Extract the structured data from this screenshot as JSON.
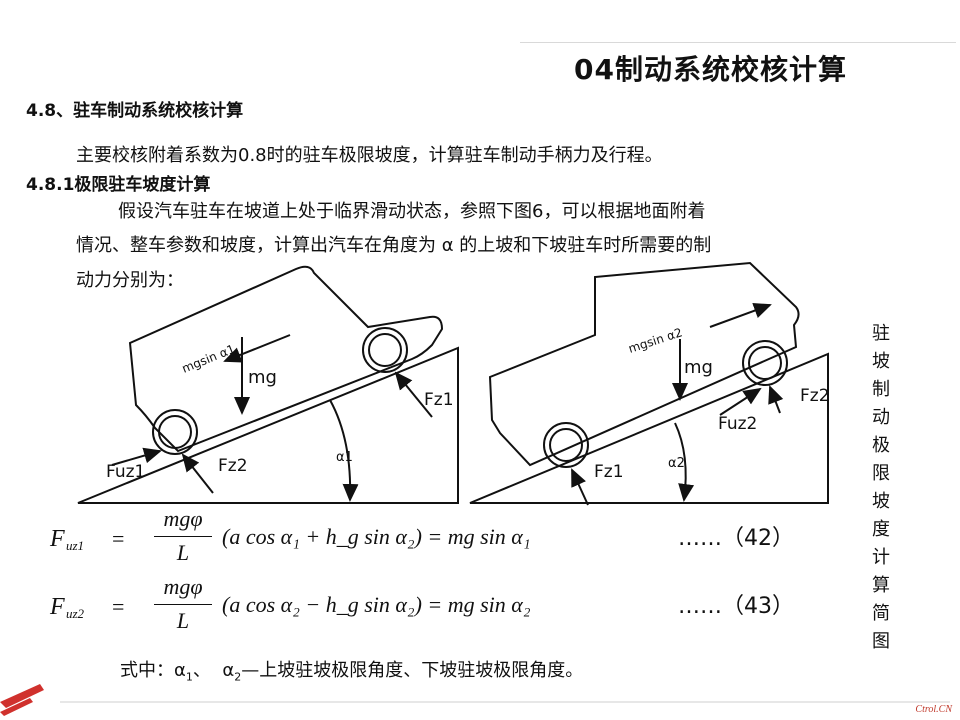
{
  "page": {
    "title": "04制动系统校核计算",
    "section_heading": "4.8、驻车制动系统校核计算",
    "intro": "主要校核附着系数为0.8时的驻车极限坡度，计算驻车制动手柄力及行程。",
    "subsection_heading": "4.8.1极限驻车坡度计算",
    "paragraph": {
      "line1": "假设汽车驻车在坡道上处于临界滑动状态，参照下图6，可以根据地面附着",
      "line2": "情况、整车参数和坡度，计算出汽车在角度为 α 的上坡和下坡驻车时所需要的制",
      "line3": "动力分别为："
    },
    "side_caption": [
      "驻坡",
      "制动",
      "极限",
      "坡度",
      "计算",
      "简图"
    ],
    "diagram": {
      "left": {
        "force_incline": "mgsin α1",
        "gravity": "mg",
        "fuz": "Fuz1",
        "fz_rear": "Fz2",
        "fz_front": "Fz1",
        "angle": "α1"
      },
      "right": {
        "force_incline": "mgsin α2",
        "gravity": "mg",
        "fuz": "Fuz2",
        "fz_rear": "Fz1",
        "fz_front": "Fz2",
        "angle": "α2"
      }
    },
    "formulas": [
      {
        "lhs": "F",
        "lhs_sub": "uz1",
        "numerator": "mgφ",
        "denominator": "L",
        "body": "(a cos α₁ + h_g sin α₂) = mg sin α₁",
        "number": "……（42）"
      },
      {
        "lhs": "F",
        "lhs_sub": "uz2",
        "numerator": "mgφ",
        "denominator": "L",
        "body": "(a cos α₂ − h_g sin α₂) = mg sin α₂",
        "number": "……（43）"
      }
    ],
    "where": {
      "prefix": "式中：",
      "a1": "α",
      "a1_sub": "1",
      "sep": "、",
      "a2": "α",
      "a2_sub": "2",
      "desc": "—上坡驻坡极限角度、下坡驻坡极限角度。"
    },
    "brand": "Ctrol.CN"
  },
  "colors": {
    "accent_red": "#d0312d",
    "footer_gray": "#cfcfcf"
  }
}
